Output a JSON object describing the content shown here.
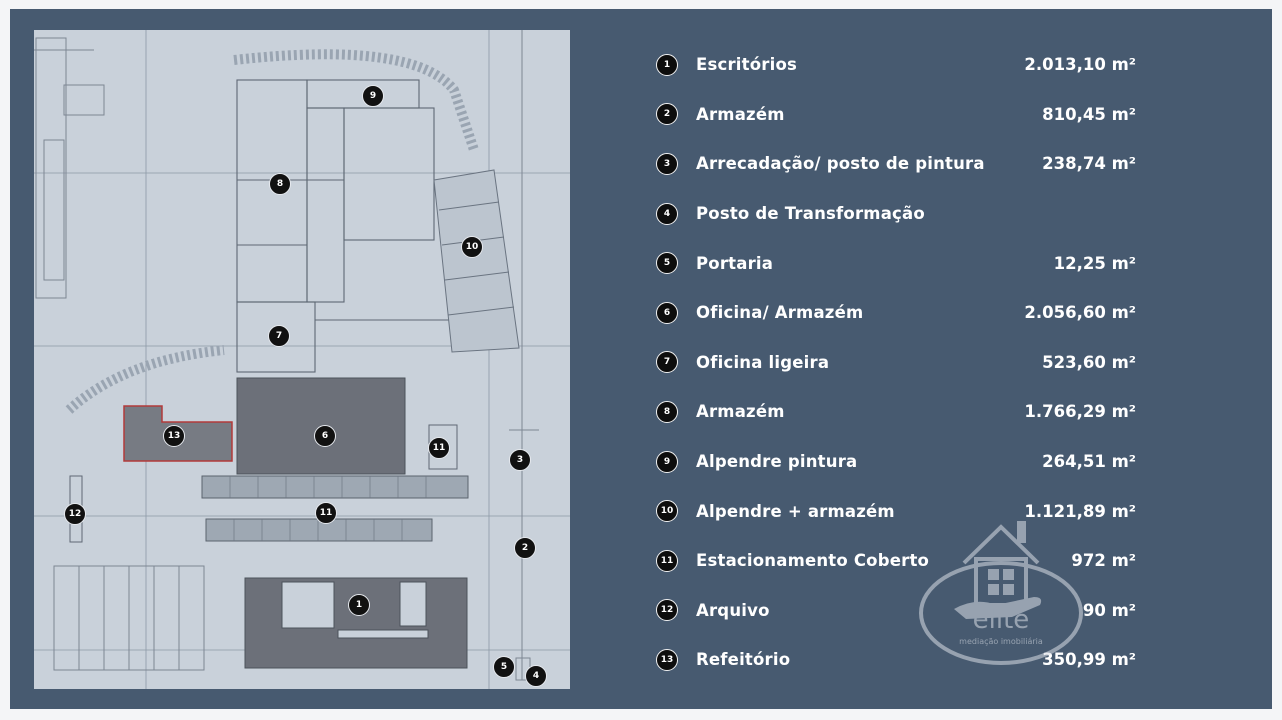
{
  "legend": [
    {
      "num": "1",
      "name": "Escritórios",
      "area": "2.013,10 m²"
    },
    {
      "num": "2",
      "name": "Armazém",
      "area": "810,45 m²"
    },
    {
      "num": "3",
      "name": "Arrecadação/ posto de pintura",
      "area": "238,74 m²"
    },
    {
      "num": "4",
      "name": "Posto de Transformação",
      "area": ""
    },
    {
      "num": "5",
      "name": "Portaria",
      "area": "12,25 m²"
    },
    {
      "num": "6",
      "name": "Oficina/ Armazém",
      "area": "2.056,60 m²"
    },
    {
      "num": "7",
      "name": "Oficina ligeira",
      "area": "523,60 m²"
    },
    {
      "num": "8",
      "name": "Armazém",
      "area": "1.766,29 m²"
    },
    {
      "num": "9",
      "name": "Alpendre pintura",
      "area": "264,51 m²"
    },
    {
      "num": "10",
      "name": "Alpendre + armazém",
      "area": "1.121,89 m²"
    },
    {
      "num": "11",
      "name": "Estacionamento Coberto",
      "area": "972 m²"
    },
    {
      "num": "12",
      "name": "Arquivo",
      "area": "90 m²"
    },
    {
      "num": "13",
      "name": "Refeitório",
      "area": "350,99 m²"
    }
  ],
  "plan_markers": [
    "9",
    "8",
    "10",
    "7",
    "6",
    "13",
    "11",
    "3",
    "12",
    "11",
    "2",
    "1",
    "5",
    "4"
  ],
  "watermark": {
    "brand": "elite",
    "tagline": "mediação imobiliária",
    "icon": "house-hand-icon"
  },
  "colors": {
    "background": "#475a70",
    "plan": "#c9d1da",
    "building_dark": "#6c7079",
    "marker": "#111111",
    "text": "#ffffff",
    "highlight": "#b23a3a"
  }
}
